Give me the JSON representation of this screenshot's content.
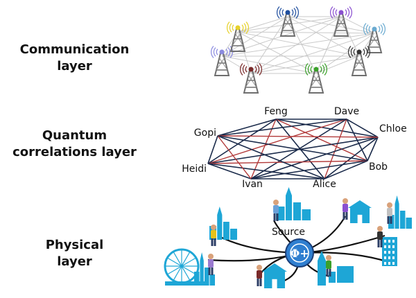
{
  "layers": [
    {
      "line1": "Communication",
      "line2": "layer"
    },
    {
      "line1": "Quantum",
      "line2": "correlations layer"
    },
    {
      "line1": "Physical",
      "line2": "layer"
    }
  ],
  "communication": {
    "towers": [
      {
        "icon": "radio-tower-icon",
        "signal_color": "#1f4e9e"
      },
      {
        "icon": "radio-tower-icon",
        "signal_color": "#8a4fd0"
      },
      {
        "icon": "radio-tower-icon",
        "signal_color": "#6aaad0"
      },
      {
        "icon": "radio-tower-icon",
        "signal_color": "#333333"
      },
      {
        "icon": "radio-tower-icon",
        "signal_color": "#3aa02a"
      },
      {
        "icon": "radio-tower-icon",
        "signal_color": "#7a2a2a"
      },
      {
        "icon": "radio-tower-icon",
        "signal_color": "#8a8adf"
      },
      {
        "icon": "radio-tower-icon",
        "signal_color": "#e6d12a"
      }
    ]
  },
  "quantum": {
    "nodes": [
      "Feng",
      "Dave",
      "Chloe",
      "Bob",
      "Alice",
      "Ivan",
      "Heidi",
      "Gopi"
    ],
    "edge_colors": {
      "dark": "#1a2a4a",
      "highlight": "#b23a3a"
    }
  },
  "physical": {
    "source_label": "Source",
    "source_symbol": "Φ+",
    "source_color": "#2f7fd0",
    "accent_color": "#1ea6d6"
  }
}
